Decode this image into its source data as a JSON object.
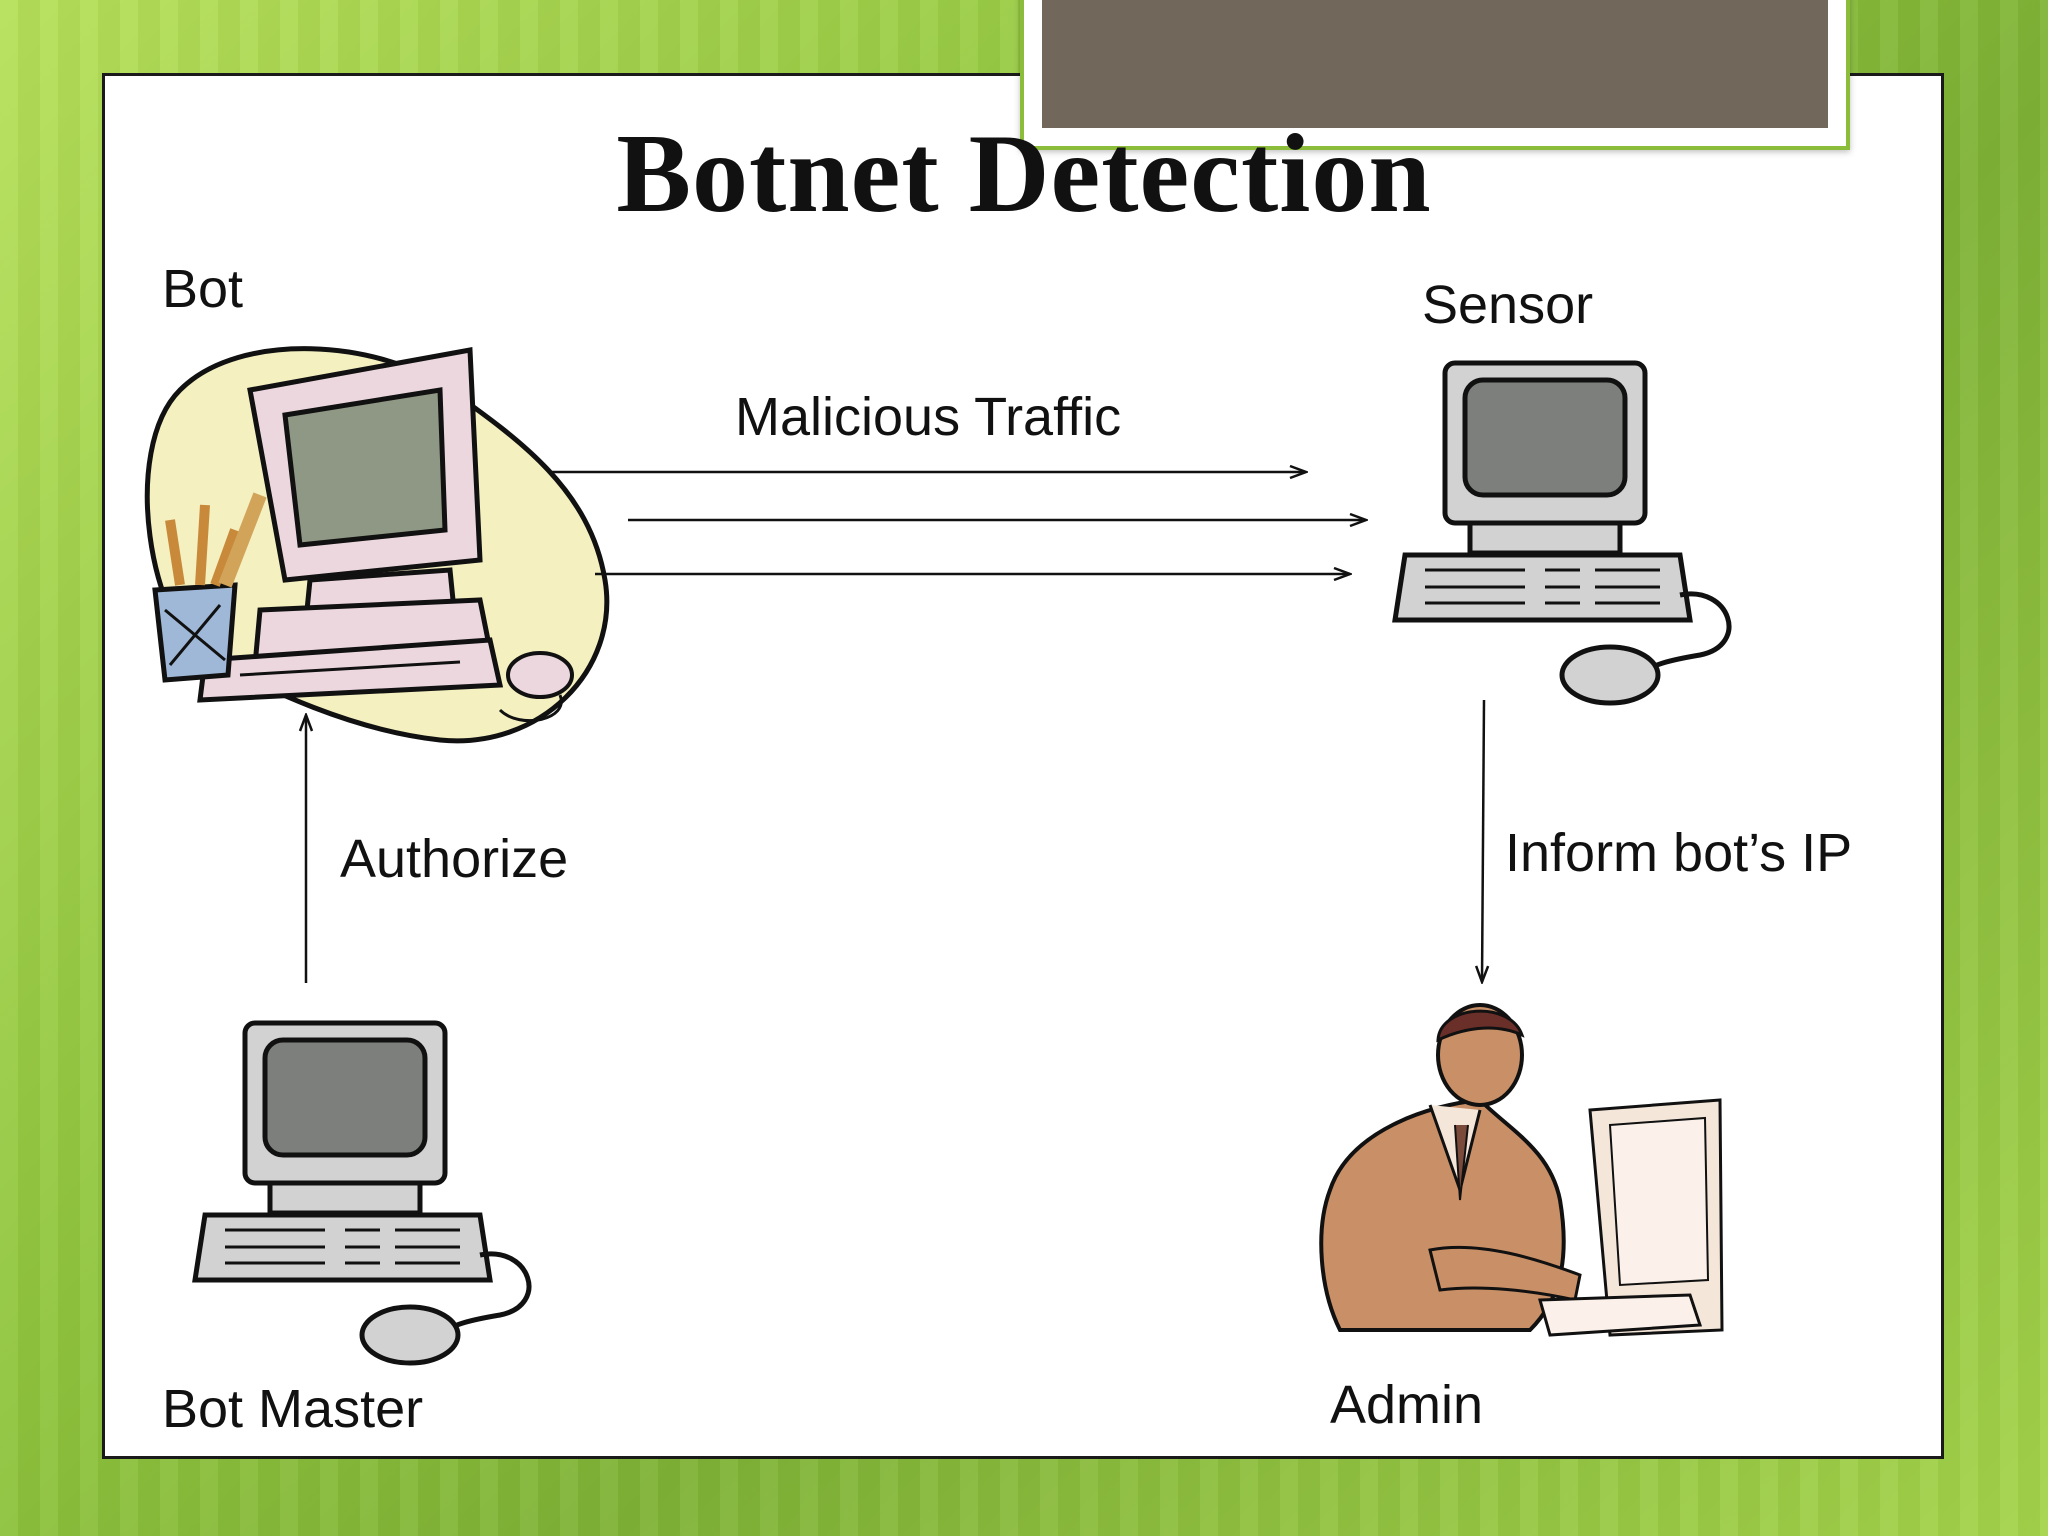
{
  "title": "Botnet Detection",
  "nodes": {
    "bot": "Bot",
    "sensor": "Sensor",
    "bot_master": "Bot Master",
    "admin": "Admin"
  },
  "edges": {
    "malicious_traffic": "Malicious Traffic",
    "authorize": "Authorize",
    "inform": "Inform bot’s IP"
  },
  "colors": {
    "background": "#9fd04a",
    "title_plate": "#71685b",
    "plate_border": "#8bbd3a"
  }
}
